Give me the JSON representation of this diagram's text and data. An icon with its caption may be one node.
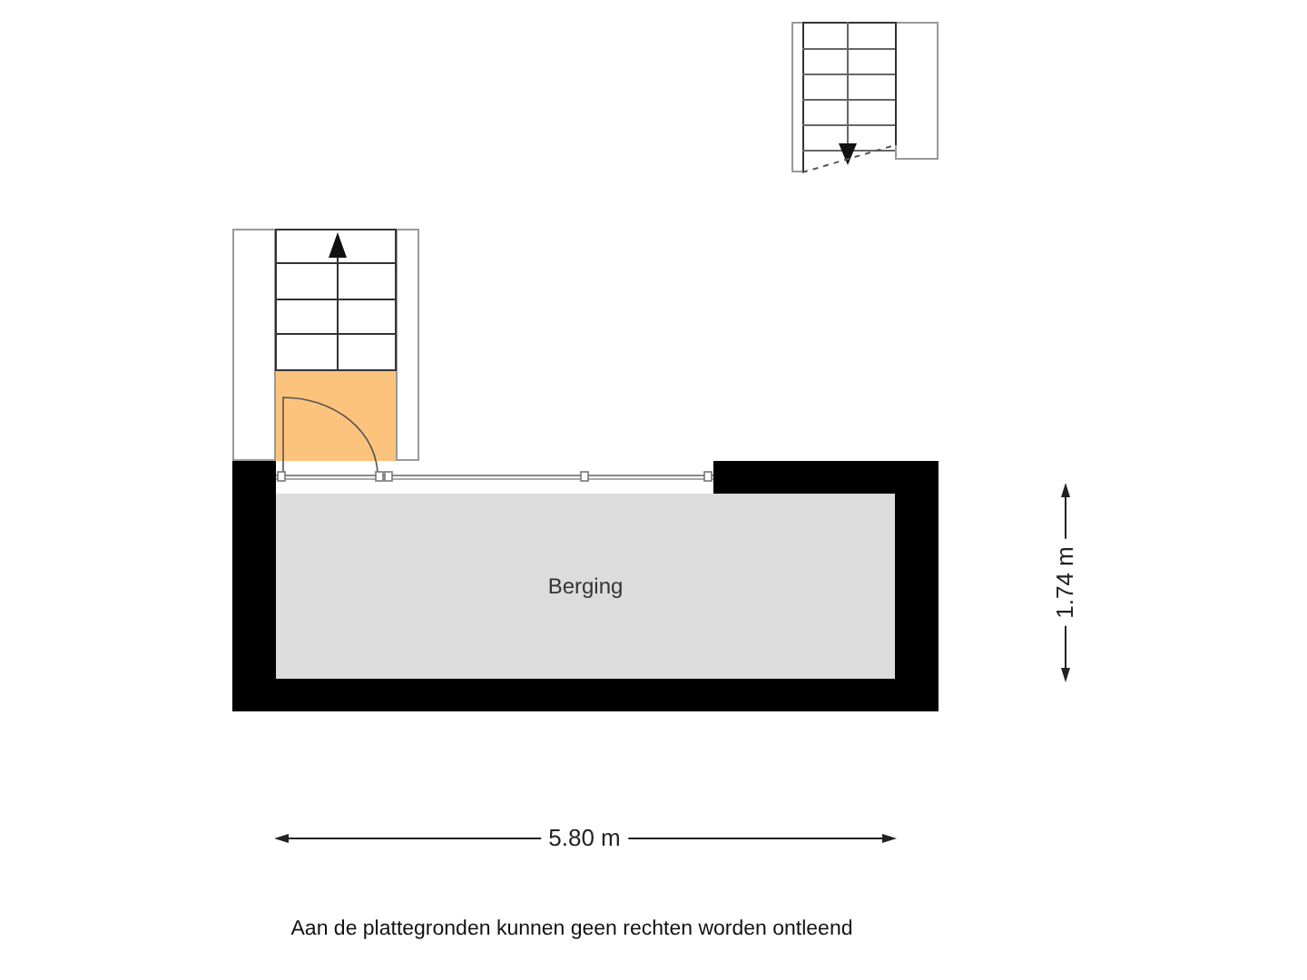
{
  "diagram": {
    "nodes": [
      {
        "text": [
          "Berging"
        ]
      }
    ],
    "labels": [
      "5.80 m",
      "1.74 m",
      "Aan de plattegronden kunnen geen rechten worden ontleend"
    ]
  }
}
